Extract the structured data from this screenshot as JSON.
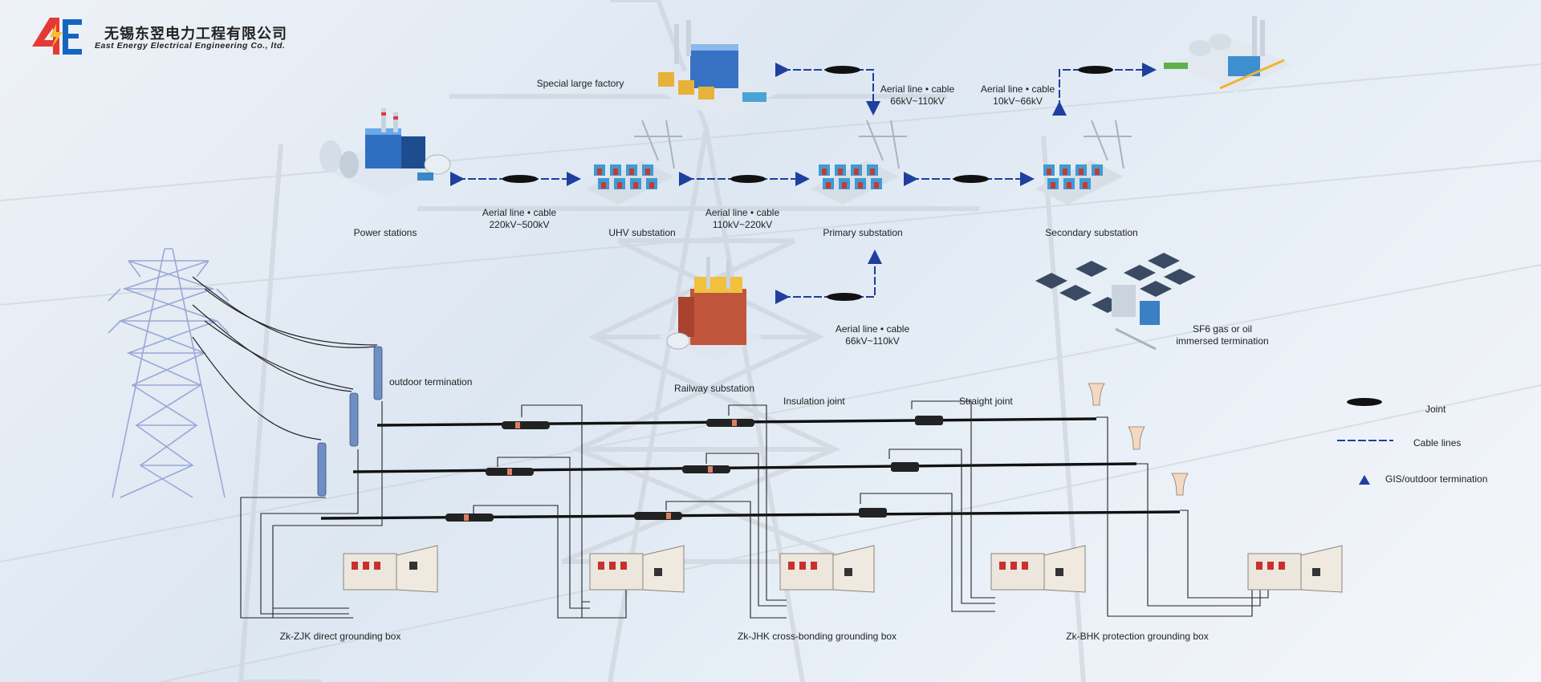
{
  "header": {
    "logo_mark": "4E",
    "company_cn": "无锡东翌电力工程有限公司",
    "company_en": "East Energy Electrical Engineering Co., ltd."
  },
  "nodes": {
    "power_stations": "Power stations",
    "uhv_substation": "UHV substation",
    "primary_substation": "Primary substation",
    "secondary_substation": "Secondary substation",
    "special_factory": "Special large factory",
    "railway_substation": "Railway substation",
    "sf6_line1": "SF6 gas or oil",
    "sf6_line2": "immersed termination"
  },
  "links": {
    "l1_line1": "Aerial line • cable",
    "l1_line2": "220kV~500kV",
    "l2_line1": "Aerial line • cable",
    "l2_line2": "110kV~220kV",
    "l3_line1": "Aerial line • cable",
    "l3_line2": "66kV~110kV",
    "l4_line1": "Aerial line • cable",
    "l4_line2": "10kV~66kV",
    "l5_line1": "Aerial line • cable",
    "l5_line2": "66kV~110kV"
  },
  "cable_system": {
    "outdoor_termination": "outdoor termination",
    "insulation_joint": "Insulation joint",
    "straight_joint": "Straight joint",
    "box_zjk": "Zk-ZJK direct grounding box",
    "box_jhk": "Zk-JHK cross-bonding grounding box",
    "box_bhk": "Zk-BHK protection grounding box"
  },
  "legend": {
    "joint": "Joint",
    "cable_lines": "Cable lines",
    "gis_termination": "GIS/outdoor termination"
  },
  "colors": {
    "line_blue": "#1f3f9e",
    "joint_black": "#111111",
    "logo_red": "#e53935",
    "logo_blue": "#1565c0",
    "logo_yellow": "#fbc02d"
  }
}
